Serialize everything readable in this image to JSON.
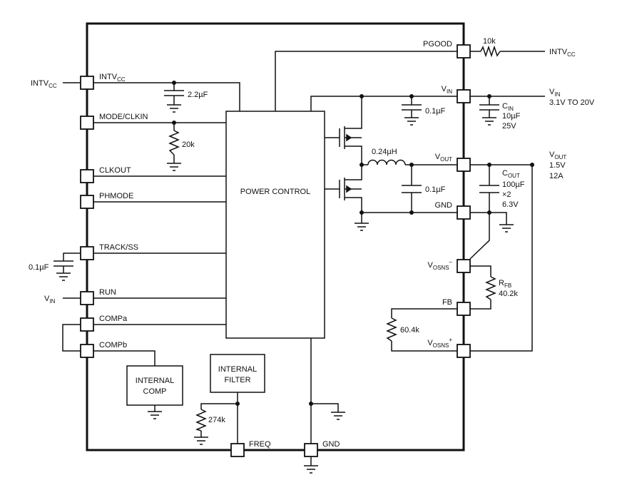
{
  "colors": {
    "line": "#111111",
    "background": "#ffffff"
  },
  "blocks": {
    "power_control": "POWER CONTROL",
    "internal_filter_1": "INTERNAL",
    "internal_filter_2": "FILTER",
    "internal_comp_1": "INTERNAL",
    "internal_comp_2": "COMP"
  },
  "pins": {
    "intvcc": "INTV",
    "intvcc_sub": "CC",
    "mode_clkin": "MODE/CLKIN",
    "clkout": "CLKOUT",
    "phmode": "PHMODE",
    "track_ss": "TRACK/SS",
    "run": "RUN",
    "compa": "COMPa",
    "compb": "COMPb",
    "pgood": "PGOOD",
    "vin": "V",
    "vin_sub": "IN",
    "vout": "V",
    "vout_sub": "OUT",
    "gnd": "GND",
    "vosns_minus": "V",
    "vosns_minus_sub": "OSNS",
    "vosns_minus_sup": "–",
    "fb": "FB",
    "vosns_plus": "V",
    "vosns_plus_sub": "OSNS",
    "vosns_plus_sup": "+",
    "freq": "FREQ",
    "gnd_bottom": "GND"
  },
  "external": {
    "intvcc_left": "INTV",
    "intvcc_left_sub": "CC",
    "intvcc_right": "INTV",
    "intvcc_right_sub": "CC",
    "vin_left": "V",
    "vin_left_sub": "IN",
    "vin_right": "V",
    "vin_right_sub": "IN",
    "vin_range": "3.1V TO 20V",
    "vout_right": "V",
    "vout_right_sub": "OUT",
    "vout_voltage": "1.5V",
    "vout_current": "12A"
  },
  "components": {
    "c_intvcc": "2.2µF",
    "r_mode": "20k",
    "c_track": "0.1µF",
    "r_pgood": "10k",
    "c_vin_int": "0.1µF",
    "cin_name": "C",
    "cin_sub": "IN",
    "cin_value": "10µF",
    "cin_voltage": "25V",
    "inductor": "0.24µH",
    "c_sw_int": "0.1µF",
    "cout_name": "C",
    "cout_sub": "OUT",
    "cout_value": "100µF",
    "cout_count": "×2",
    "cout_voltage": "6.3V",
    "rfb_name": "R",
    "rfb_sub": "FB",
    "rfb_value": "40.2k",
    "r_fb2": "60.4k",
    "r_freq": "274k"
  }
}
